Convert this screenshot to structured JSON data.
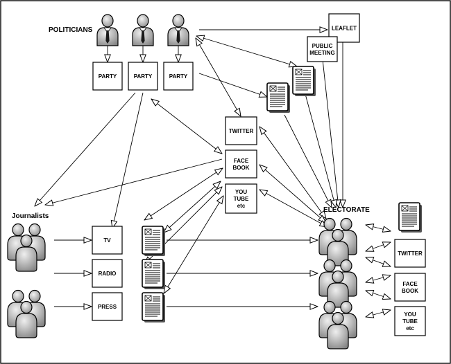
{
  "labels": {
    "politicians": "POLITICIANS",
    "journalists": "Journalists",
    "electorate": "ELECTORATE"
  },
  "boxes": {
    "party_1": [
      "PARTY"
    ],
    "party_2": [
      "PARTY"
    ],
    "party_3": [
      "PARTY"
    ],
    "leaflet": [
      "LEAFLET"
    ],
    "public_meeting": [
      "PUBLIC",
      "MEETING"
    ],
    "twitter_center": [
      "TWITTER"
    ],
    "facebook_center": [
      "FACE",
      "BOOK"
    ],
    "youtube_center": [
      "YOU",
      "TUBE",
      "etc"
    ],
    "tv": [
      "TV"
    ],
    "radio": [
      "RADIO"
    ],
    "press": [
      "PRESS"
    ],
    "twitter_right": [
      "TWITTER"
    ],
    "facebook_right": [
      "FACE",
      "BOOK"
    ],
    "youtube_right": [
      "YOU",
      "TUBE",
      "etc"
    ]
  },
  "icons": {
    "politician": "politician-icon",
    "group": "people-group-icon",
    "document": "document-icon"
  },
  "colors": {
    "stroke": "#000000",
    "icon_light": "#e6e6e6",
    "icon_dark": "#8a8a8a",
    "tie": "#1a1a1a"
  }
}
